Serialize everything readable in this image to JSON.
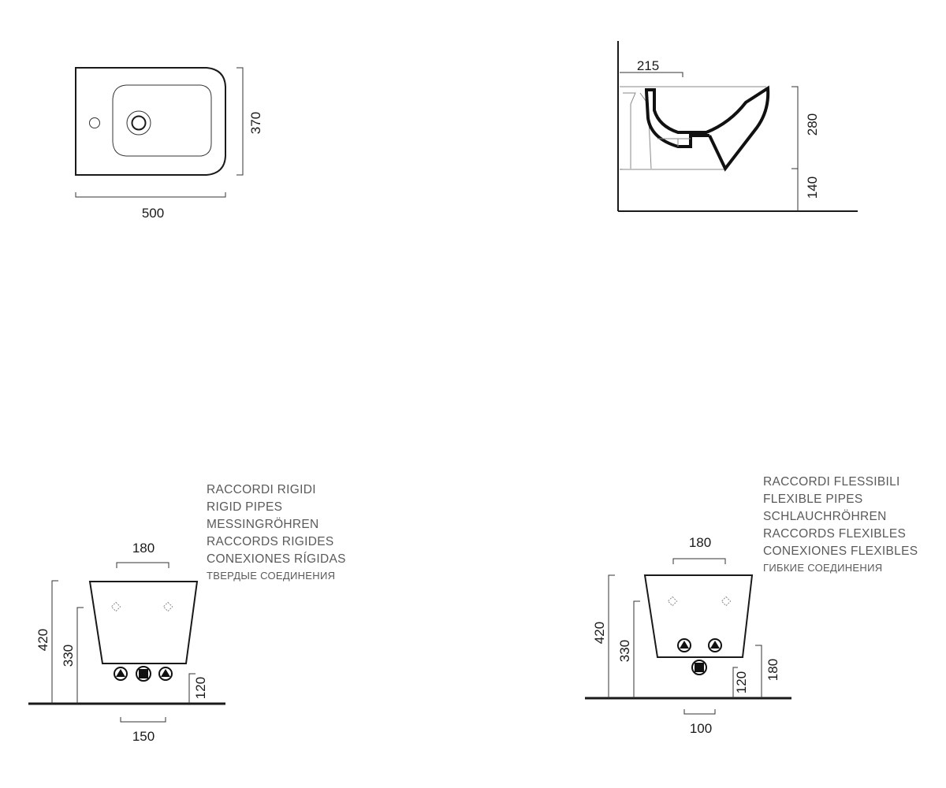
{
  "top_view": {
    "width_label": "500",
    "depth_label": "370"
  },
  "side_view": {
    "offset_label": "215",
    "height_label": "280",
    "floor_label": "140"
  },
  "rigid": {
    "captions": [
      "RACCORDI RIGIDI",
      "RIGID PIPES",
      "MESSINGRÖHREN",
      "RACCORDS RIGIDES",
      "CONEXIONES RÍGIDAS",
      "ТВЕРДЫЕ СОЕДИНЕНИЯ"
    ],
    "width_label": "180",
    "total_height_label": "420",
    "inlet_height_label": "330",
    "outlet_height_label": "120",
    "spacing_label": "150"
  },
  "flexible": {
    "captions": [
      "RACCORDI FLESSIBILI",
      "FLEXIBLE PIPES",
      "SCHLAUCHRÖHREN",
      "RACCORDS FLEXIBLES",
      "CONEXIONES FLEXIBLES",
      "ГИБКИЕ СОЕДИНЕНИЯ"
    ],
    "width_label": "180",
    "total_height_label": "420",
    "inlet_height_label": "330",
    "outlet_height_label": "120",
    "inlet_pair_height_label": "180",
    "spacing_label": "100"
  }
}
